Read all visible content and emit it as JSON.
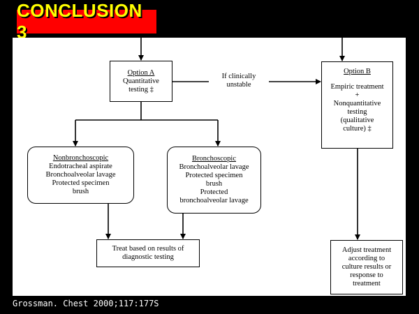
{
  "slide": {
    "title": "CONCLUSION 3",
    "citation": "Grossman. Chest 2000;117:177S"
  },
  "flow": {
    "option_a": {
      "heading": "Option A",
      "lines": [
        "Quantitative",
        "testing ‡"
      ]
    },
    "edge_label": [
      "If clinically",
      "unstable"
    ],
    "option_b": {
      "heading": "Option B",
      "lines": [
        "Empiric treatment",
        "+",
        "Nonquantitative",
        "testing",
        "(qualitative",
        "culture) ‡"
      ]
    },
    "nonbronchoscopic": {
      "heading": "Nonbronchoscopic",
      "lines": [
        "Endotracheal aspirate",
        "Bronchoalveolar lavage",
        "Protected specimen",
        "brush"
      ]
    },
    "bronchoscopic": {
      "heading": "Bronchoscopic",
      "lines": [
        "Bronchoalveolar lavage",
        "Protected specimen",
        "brush",
        "Protected",
        "bronchoalveolar lavage"
      ]
    },
    "treat": {
      "lines": [
        "Treat based on results of",
        "diagnostic testing"
      ]
    },
    "adjust": {
      "lines": [
        "Adjust treatment",
        "according to",
        "culture results or",
        "response to",
        "treatment"
      ]
    }
  },
  "colors": {
    "title_bg": "#ff0000",
    "title_text": "#ffff00",
    "slide_bg": "#000000",
    "panel_bg": "#ffffff"
  }
}
